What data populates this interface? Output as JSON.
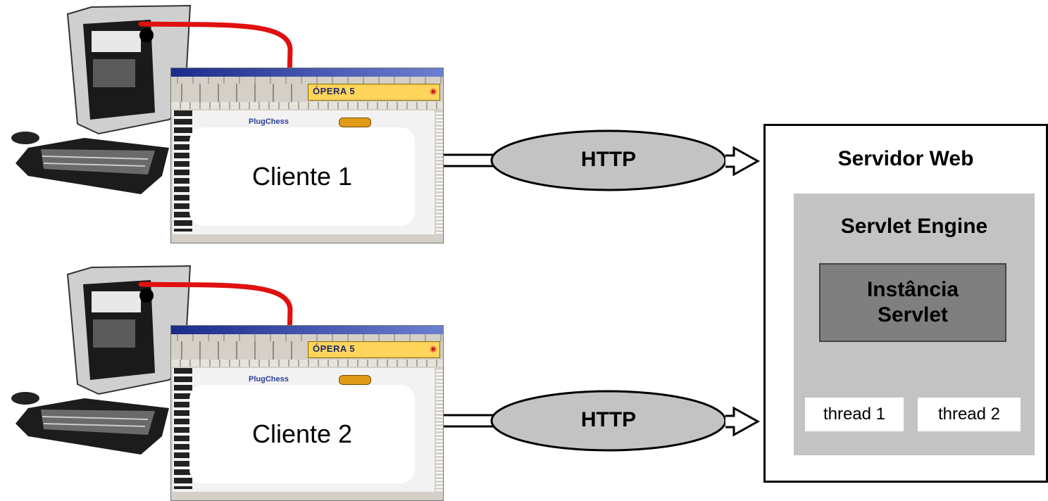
{
  "clients": [
    {
      "label": "Cliente 1",
      "browser_brand": "ÓPERA 5",
      "page_logo": "PlugChess"
    },
    {
      "label": "Cliente 2",
      "browser_brand": "ÓPERA 5",
      "page_logo": "PlugChess"
    }
  ],
  "protocol_label": "HTTP",
  "server": {
    "title": "Servidor Web",
    "engine_title": "Servlet Engine",
    "instance_line1": "Instância",
    "instance_line2": "Servlet",
    "thread1": "thread 1",
    "thread2": "thread 2"
  },
  "colors": {
    "arrow_red": "#e01010",
    "ellipse_fill": "#c3c3c3",
    "engine_fill": "#c3c3c3",
    "instance_fill": "#7f7f7f",
    "opera_yellow": "#ffd45a"
  }
}
